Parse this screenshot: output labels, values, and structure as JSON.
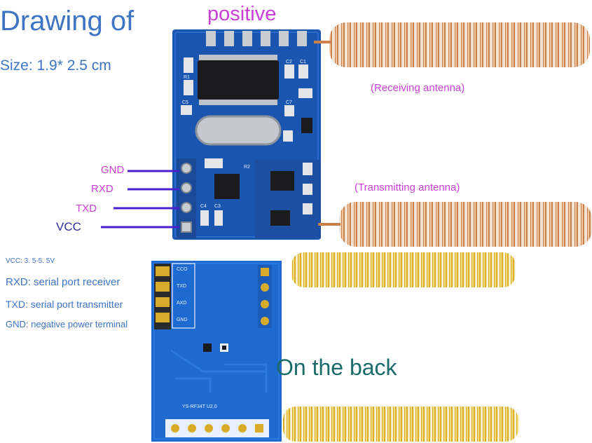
{
  "heading": {
    "title": "Drawing of",
    "size": "Size: 1.9* 2.5 cm",
    "positive": "positive"
  },
  "antennas": {
    "receiving": "(Receiving antenna)",
    "transmitting": "(Transmitting antenna)"
  },
  "pins": {
    "gnd": "GND",
    "rxd": "RXD",
    "txd": "TXD",
    "vcc": "VCC"
  },
  "legend": [
    "VCC: 3. 5-5. 5V",
    "RXD: serial port receiver",
    "TXD: serial port transmitter",
    "GND: negative power terminal"
  ],
  "back": {
    "caption": "On the back",
    "silkscreen": [
      "CCO",
      "TXD",
      "AXD",
      "GND"
    ],
    "model": "YS-RF34T U2.0"
  },
  "front_silkscreen": [
    "R2",
    "C4",
    "C3",
    "C2",
    "C1",
    "C5",
    "C7",
    "R1"
  ],
  "colors": {
    "pcb_blue": "#1a56b0",
    "label_magenta": "#c93fd6",
    "text_blue": "#3d74c4",
    "vcc_navy": "#2f2fa8",
    "pointer_line": "#4a1fcf",
    "copper_coil": "#c9804a",
    "gold_coil": "#d9ab2a",
    "back_caption": "#1c6b6b"
  }
}
